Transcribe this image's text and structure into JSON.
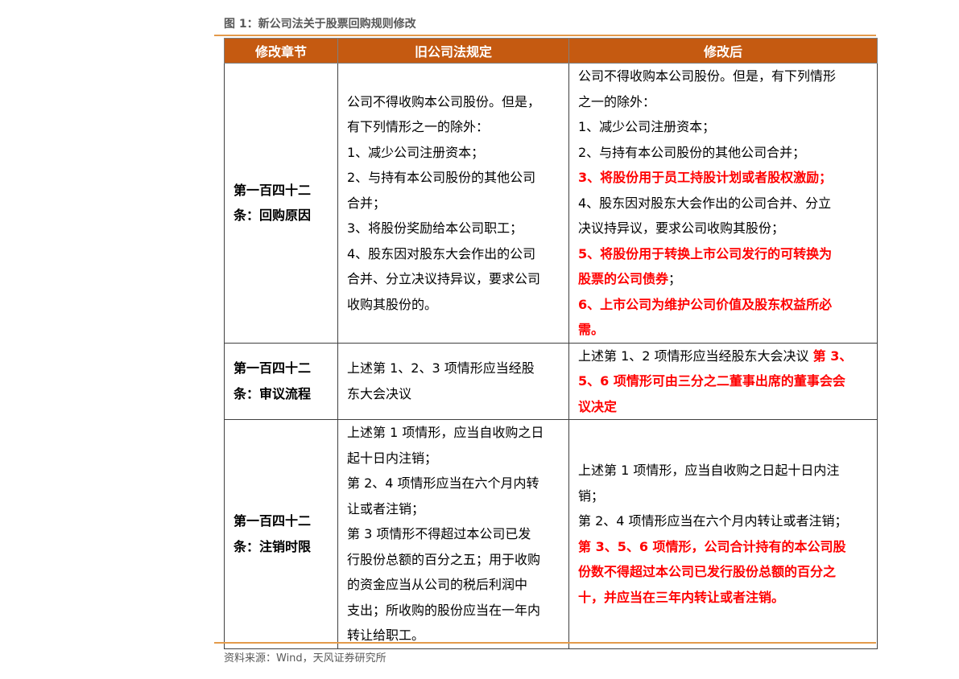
{
  "caption": "图 1：新公司法关于股票回购规则修改",
  "table": {
    "headers": [
      "修改章节",
      "旧公司法规定",
      "修改后"
    ],
    "rows": [
      {
        "chapter": [
          "第一百四十二",
          "条：回购原因"
        ],
        "old": [
          "公司不得收购本公司股份。但是，",
          "有下列情形之一的除外：",
          "1、减少公司注册资本；",
          "2、与持有本公司股份的其他公司",
          "合并；",
          "3、将股份奖励给本公司职工；",
          "4、股东因对股东大会作出的公司",
          "合并、分立决议持异议，要求公司",
          "收购其股份的。"
        ],
        "new": {
          "l1": "公司不得收购本公司股份。但是，有下列情形",
          "l2": "之一的除外：",
          "l3": "1、减少公司注册资本；",
          "l4": "2、与持有本公司股份的其他公司合并；",
          "l5": "3、将股份用于员工持股计划或者股权激励；",
          "l6": "4、股东因对股东大会作出的公司合并、分立",
          "l7": "决议持异议，要求公司收购其股份；",
          "l8": "5、将股份用于转换上市公司发行的可转换为",
          "l9a": "股票的公司债券",
          "l9b": "；",
          "l10": "6、上市公司为维护公司价值及股东权益所必",
          "l11": "需。"
        }
      },
      {
        "chapter": [
          "第一百四十二",
          "条：审议流程"
        ],
        "old": [
          "上述第 1、2、3 项情形应当经股",
          "东大会决议"
        ],
        "new": {
          "l1a": "上述第 1、2 项情形应当经股东大会决议 ",
          "l1b": "第 3、",
          "l2": "5、6 项情形可由三分之二董事出席的董事会会",
          "l3": "议决定"
        }
      },
      {
        "chapter": [
          "第一百四十二",
          "条：注销时限"
        ],
        "old": [
          "上述第 1 项情形，应当自收购之日",
          "起十日内注销；",
          "第 2、4 项情形应当在六个月内转",
          "让或者注销；",
          "第 3 项情形不得超过本公司已发",
          "行股份总额的百分之五；用于收购",
          "的资金应当从公司的税后利润中",
          "支出；所收购的股份应当在一年内",
          "转让给职工。"
        ],
        "new": {
          "l1": "上述第 1 项情形，应当自收购之日起十日内注",
          "l2": "销；",
          "l3": "第 2、4 项情形应当在六个月内转让或者注销；",
          "l4": "第 3、5、6 项情形，公司合计持有的本公司股",
          "l5": "份数不得超过本公司已发行股份总额的百分之",
          "l6": "十，并应当在三年内转让或者注销。"
        }
      }
    ]
  },
  "source": "资料来源：Wind，天风证券研究所",
  "colors": {
    "header_bg": "#c55a11",
    "header_text": "#ffffff",
    "highlight": "#ff0000",
    "rule": "#e49a4a",
    "caption_text": "#595959"
  }
}
